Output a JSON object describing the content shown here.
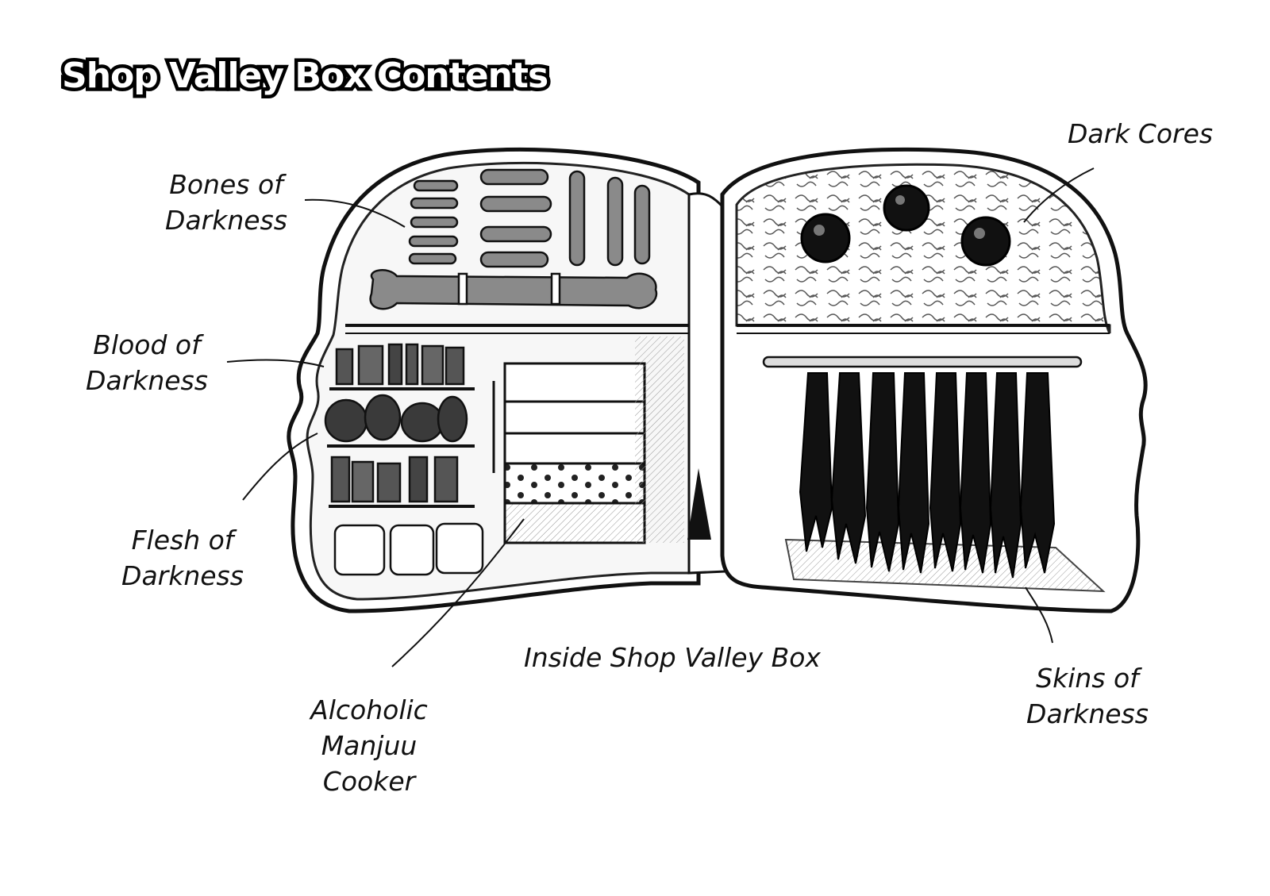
{
  "title": "Shop Valley Box Contents",
  "labels": {
    "bones": "Bones of\nDarkness",
    "blood": "Blood of\nDarkness",
    "flesh": "Flesh of\nDarkness",
    "cooker": "Alcoholic\nManjuu\nCooker",
    "inside": "Inside Shop Valley Box",
    "skins": "Skins of\nDarkness",
    "cores": "Dark Cores"
  }
}
